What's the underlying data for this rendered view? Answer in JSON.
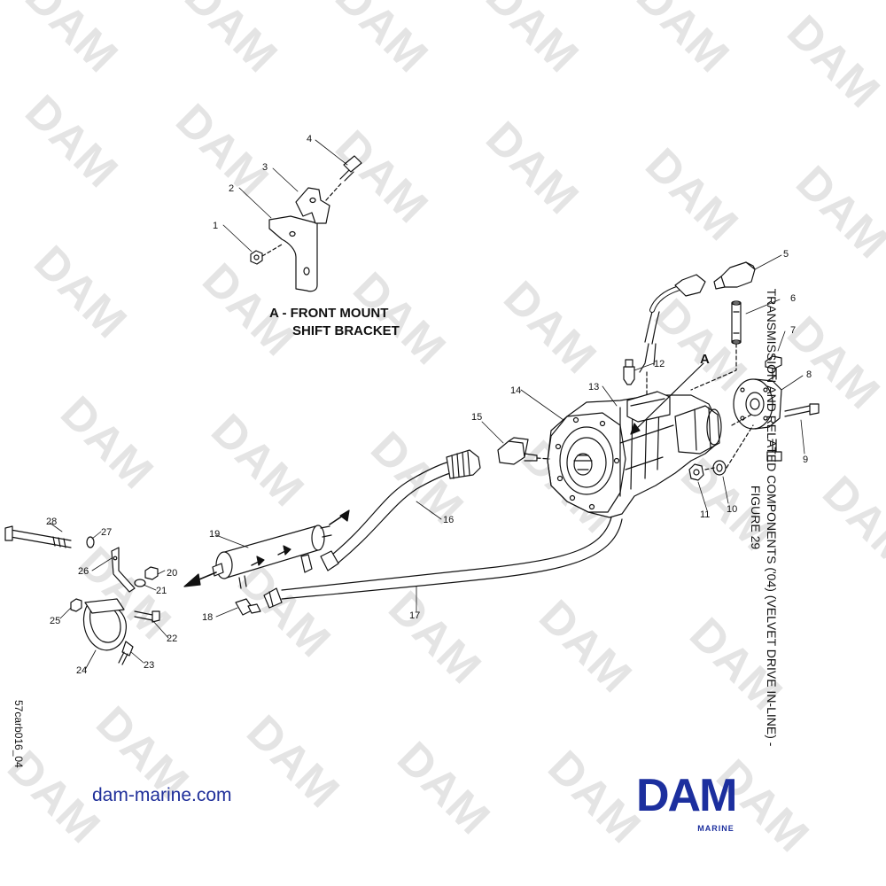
{
  "title_line1": "TRANSMISSION AND RELATED COMPONENTS ('04) (VELVET DRIVE IN-LINE) -",
  "title_line2": "FIGURE 29",
  "detail_label_line1": "A - FRONT MOUNT",
  "detail_label_line2": "SHIFT BRACKET",
  "view_marker": "A",
  "figure_code": "57carb016_04",
  "website": "dam-marine.com",
  "logo_text": "DAM",
  "logo_subtext": "MARINE",
  "watermark_text": "DAM",
  "callouts": {
    "c1": "1",
    "c2": "2",
    "c3": "3",
    "c4": "4",
    "c5": "5",
    "c6": "6",
    "c7": "7",
    "c8": "8",
    "c9": "9",
    "c10": "10",
    "c11": "11",
    "c12": "12",
    "c13": "13",
    "c14": "14",
    "c15": "15",
    "c16": "16",
    "c17": "17",
    "c18": "18",
    "c19": "19",
    "c20": "20",
    "c21": "21",
    "c22": "22",
    "c23": "23",
    "c24": "24",
    "c25": "25",
    "c26": "26",
    "c27": "27",
    "c28": "28"
  },
  "colors": {
    "brand_blue": "#1c2f9e",
    "link_blue": "#1f2f9a",
    "watermark_gray": "#e4e4e4",
    "line": "#111111"
  }
}
